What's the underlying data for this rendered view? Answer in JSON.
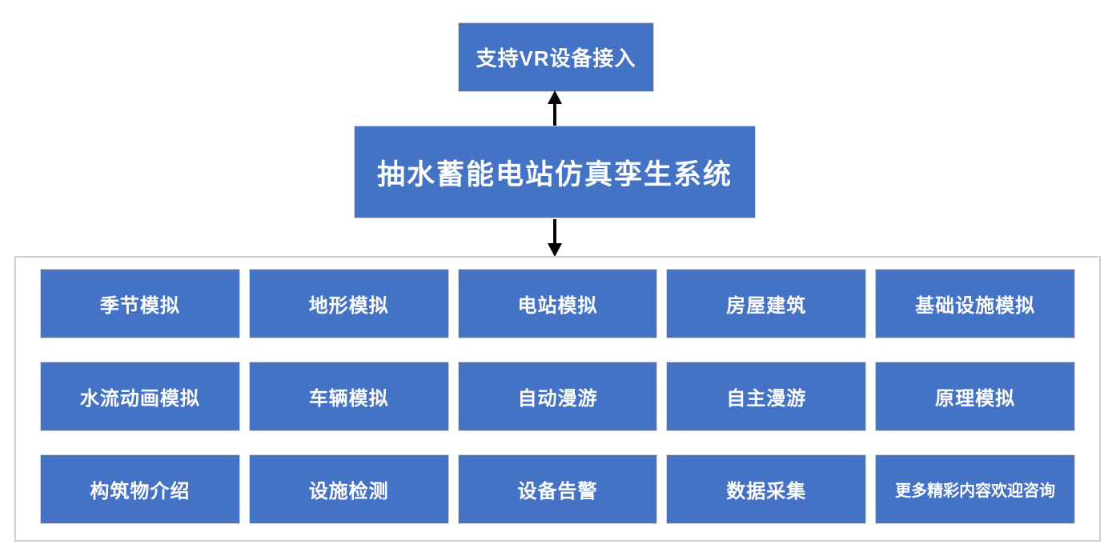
{
  "colors": {
    "box_fill": "#4472C4",
    "box_border": "#D6D6D6",
    "panel_border": "#CFCFCF",
    "arrow": "#000000",
    "box_text": "#FFFFFF",
    "background": "#FFFFFF"
  },
  "vr_box": {
    "label": "支持VR设备接入"
  },
  "system_box": {
    "label": "抽水蓄能电站仿真孪生系统"
  },
  "modules": [
    "季节模拟",
    "地形模拟",
    "电站模拟",
    "房屋建筑",
    "基础设施模拟",
    "水流动画模拟",
    "车辆模拟",
    "自动漫游",
    "自主漫游",
    "原理模拟",
    "构筑物介绍",
    "设施检测",
    "设备告警",
    "数据采集",
    "更多精彩内容欢迎咨询"
  ]
}
